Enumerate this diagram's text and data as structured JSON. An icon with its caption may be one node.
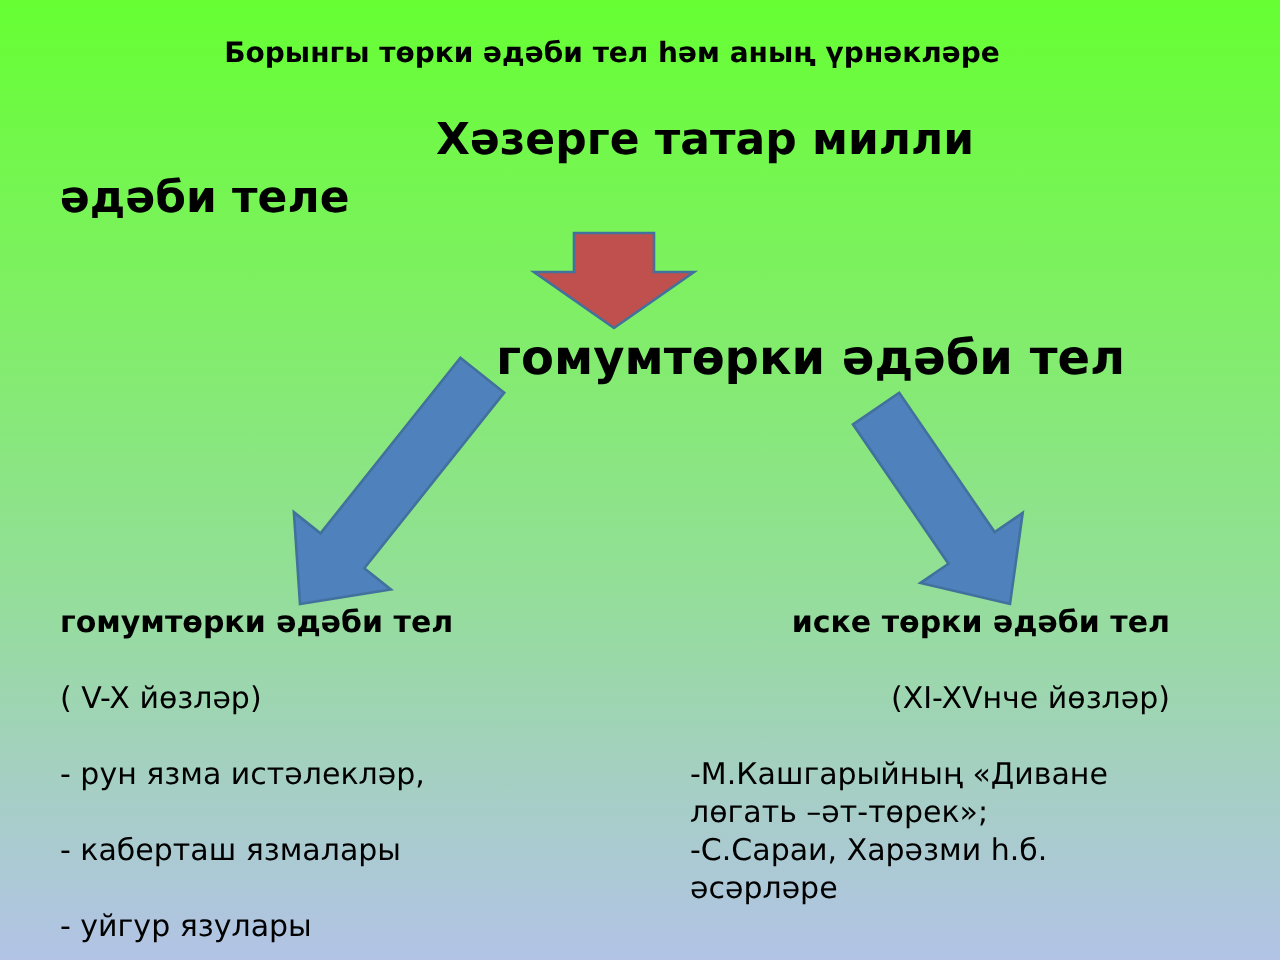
{
  "diagram": {
    "title": "Борынгы төрки әдәби тел һәм аның үрнәкләре",
    "nodes": [
      {
        "text": [
          "Хәзерге татар милли әдәби теле"
        ]
      },
      {
        "text": [
          "гомумтөрки әдәби тел"
        ]
      },
      {
        "text": [
          "гомумтөрки әдәби тел",
          "( V-X йөзләр)",
          "- рун язма истәлекләр,",
          "- каберташ язмалары",
          "- уйгур язулары"
        ]
      },
      {
        "text": [
          "иске төрки әдәби тел",
          "(XI-XVнче йөзләр)",
          "-М.Кашгарыйның «Диване лөгать –әт-төрек»;",
          "-С.Сараи, Харәзми һ.б. әсәрләре"
        ]
      }
    ],
    "edges": [
      {
        "from": 0,
        "to": 1,
        "arrow": "to",
        "color": "#c0504d"
      },
      {
        "from": 1,
        "to": 2,
        "arrow": "to"
      },
      {
        "from": 1,
        "to": 3,
        "arrow": "to"
      }
    ]
  }
}
